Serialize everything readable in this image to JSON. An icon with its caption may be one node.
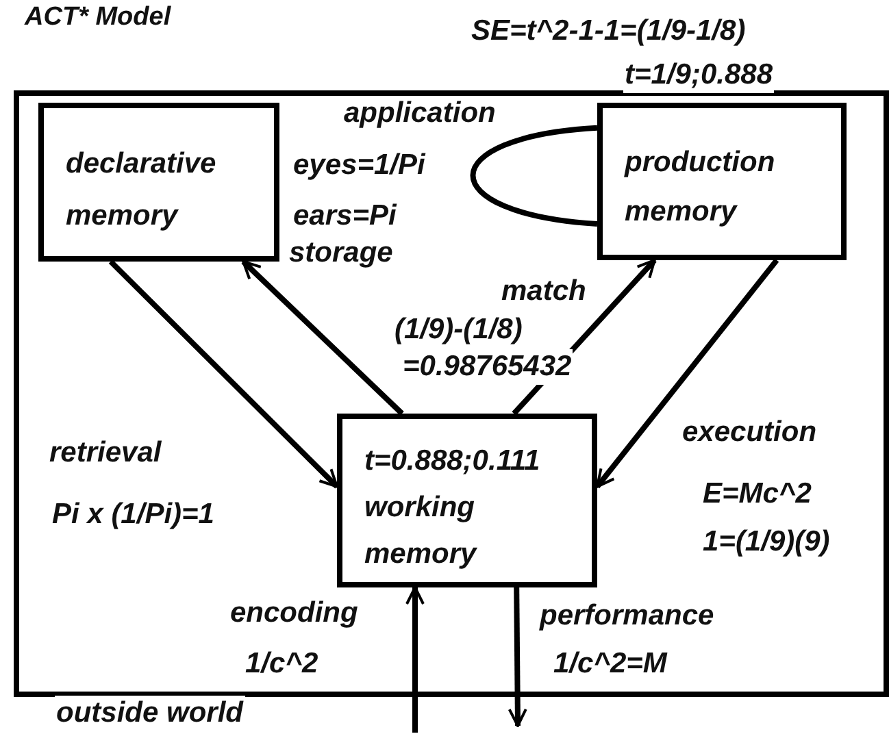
{
  "diagram": {
    "title": "ACT* Model",
    "nodes": [
      {
        "text": [],
        "shape": "box"
      },
      {
        "text": [
          "declarative memory"
        ],
        "in": 0
      },
      {
        "text": [
          "production memory"
        ],
        "in": 0
      },
      {
        "text": [
          "t=0.888;0.111",
          "working memory"
        ],
        "in": 0
      }
    ],
    "edges": [
      {
        "from": 1,
        "to": 3,
        "arrow": "to",
        "label": "retrieval"
      },
      {
        "from": 3,
        "to": 1,
        "arrow": "to",
        "label": "storage"
      },
      {
        "from": 3,
        "to": 2,
        "arrow": "to",
        "label": "match"
      },
      {
        "from": 2,
        "to": 3,
        "arrow": "to",
        "label": "execution"
      },
      {
        "from": 2,
        "to": 2,
        "arrow": "none",
        "label": "application"
      },
      {
        "from": null,
        "to": 3,
        "arrow": "to",
        "label": "encoding"
      },
      {
        "from": 3,
        "to": null,
        "arrow": "to",
        "label": "performance"
      }
    ],
    "labels": [
      "SE=t^2-1-1=(1/9-1/8)",
      "t=1/9;0.888",
      "eyes=1/Pi",
      "ears=Pi",
      "(1/9)-(1/8)",
      "=0.98765432",
      "Pi x (1/Pi)=1",
      "E=Mc^2",
      "1=(1/9)(9)",
      "1/c^2",
      "1/c^2=M",
      "outside world"
    ]
  }
}
